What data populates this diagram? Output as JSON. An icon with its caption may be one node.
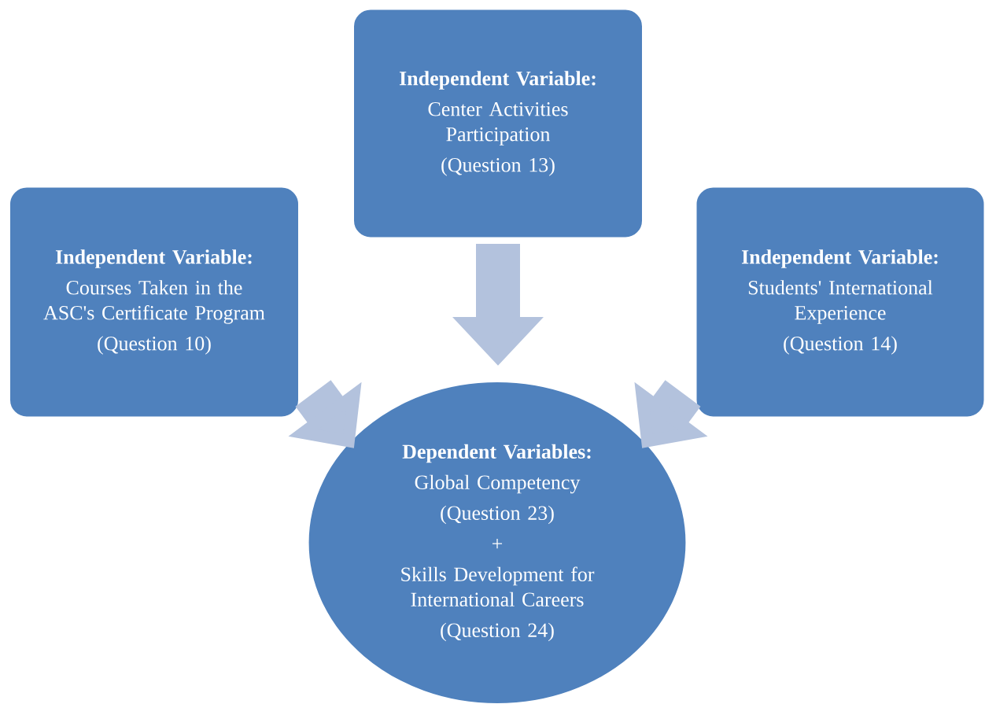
{
  "diagram": {
    "nodes": [
      {
        "text": [
          "Independent Variable:",
          "Center Activities Participation",
          "(Question 13)"
        ]
      },
      {
        "text": [
          "Independent Variable:",
          "Courses Taken in the ASC's Certificate Program",
          "(Question 10)"
        ]
      },
      {
        "text": [
          "Independent Variable:",
          "Students' International Experience",
          "(Question 14)"
        ]
      },
      {
        "text": [
          "Dependent Variables:",
          "Global Competency",
          "(Question 23)",
          "+",
          "Skills Development for International Careers",
          "(Question 24)"
        ]
      }
    ],
    "edges": [
      {
        "from": 0,
        "to": 3,
        "arrow": "to"
      },
      {
        "from": 1,
        "to": 3,
        "arrow": "to"
      },
      {
        "from": 2,
        "to": 3,
        "arrow": "to"
      }
    ]
  }
}
